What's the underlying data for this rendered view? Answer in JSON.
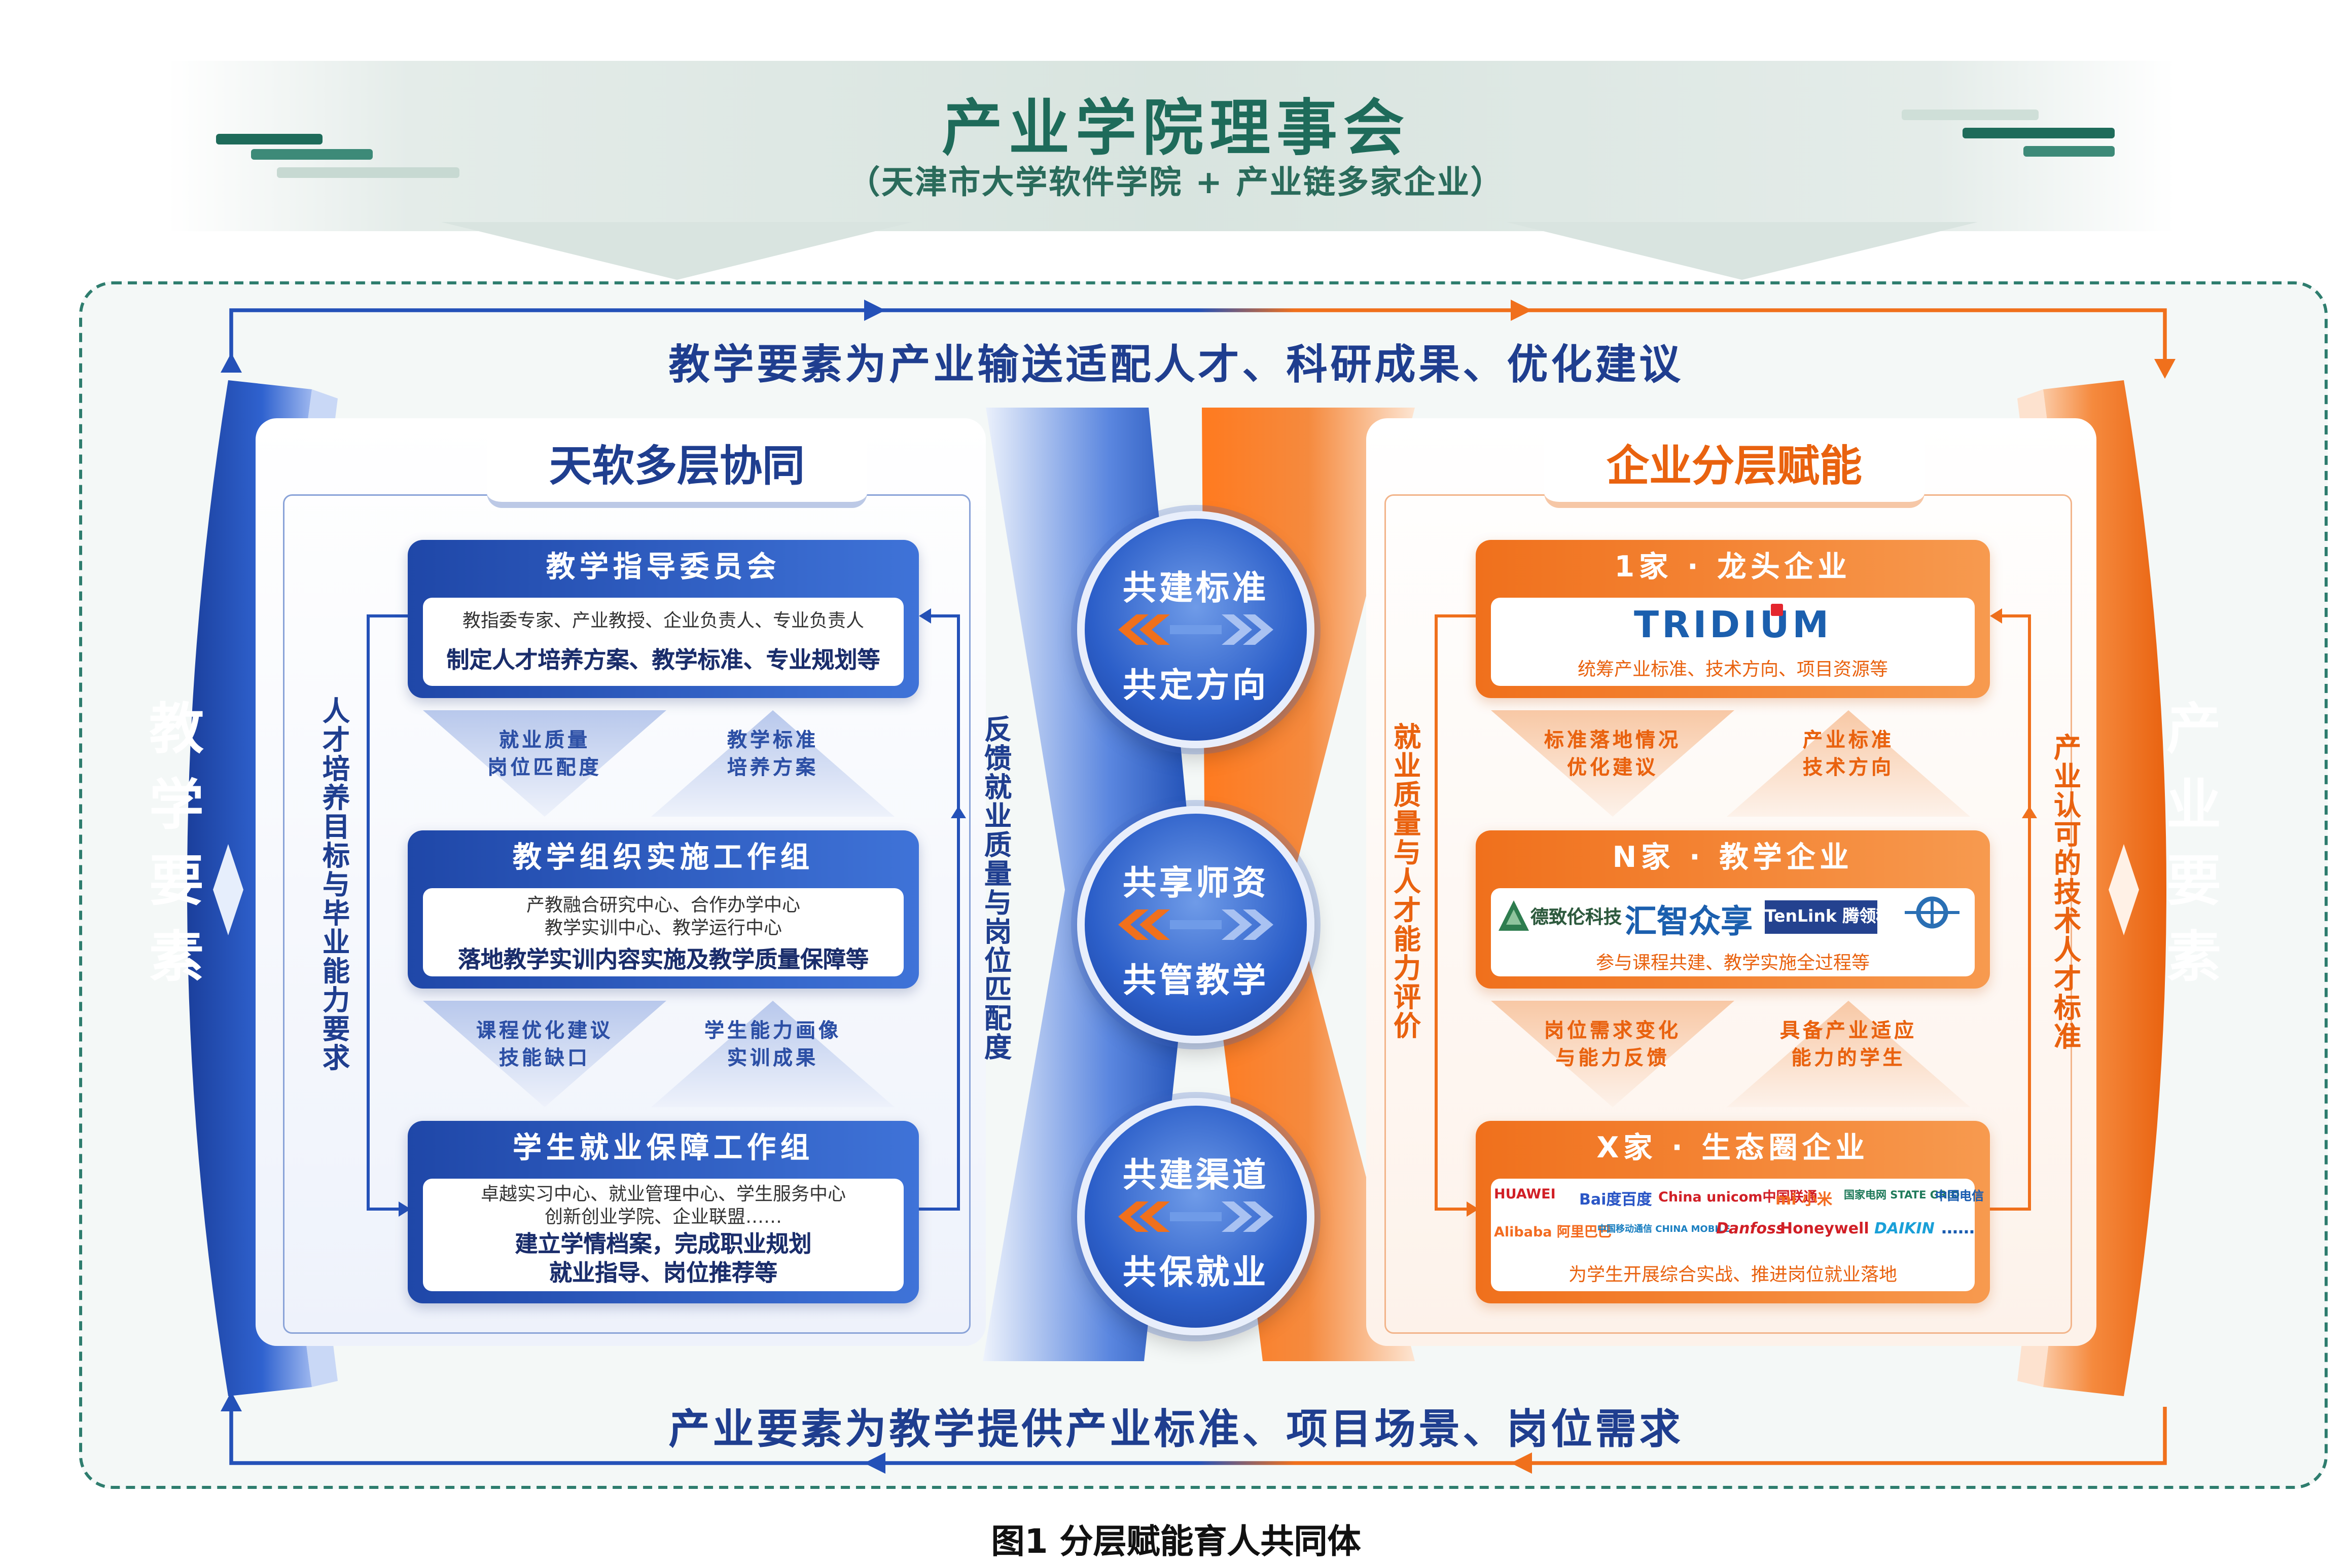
{
  "header": {
    "title": "产业学院理事会",
    "subtitle": "（天津市大学软件学院 + 产业链多家企业）"
  },
  "flows": {
    "top": "教学要素为产业输送适配人才、科研成果、优化建议",
    "bottom": "产业要素为教学提供产业标准、项目场景、岗位需求"
  },
  "side_labels": {
    "left": "教学要素",
    "right": "产业要素"
  },
  "left_panel": {
    "title": "天软多层协同",
    "left_vertical": "人才培养目标与毕业能力要求",
    "right_vertical": "反馈就业质量与岗位匹配度",
    "boxes": [
      {
        "title": "教学指导委员会",
        "lines": [
          "教指委专家、产业教授、企业负责人、专业负责人"
        ],
        "bold": [
          "制定人才培养方案、教学标准、专业规划等"
        ]
      },
      {
        "title": "教学组织实施工作组",
        "lines": [
          "产教融合研究中心、合作办学中心",
          "教学实训中心、教学运行中心"
        ],
        "bold": [
          "落地教学实训内容实施及教学质量保障等"
        ]
      },
      {
        "title": "学生就业保障工作组",
        "lines": [
          "卓越实习中心、就业管理中心、学生服务中心",
          "创新创业学院、企业联盟……"
        ],
        "bold": [
          "建立学情档案，完成职业规划",
          "就业指导、岗位推荐等"
        ]
      }
    ],
    "connectors": [
      {
        "left": [
          "就业质量",
          "岗位匹配度"
        ],
        "right": [
          "教学标准",
          "培养方案"
        ]
      },
      {
        "left": [
          "课程优化建议",
          "技能缺口"
        ],
        "right": [
          "学生能力画像",
          "实训成果"
        ]
      }
    ]
  },
  "center": [
    {
      "top": "共建标准",
      "bottom": "共定方向"
    },
    {
      "top": "共享师资",
      "bottom": "共管教学"
    },
    {
      "top": "共建渠道",
      "bottom": "共保就业"
    }
  ],
  "right_panel": {
    "title": "企业分层赋能",
    "left_vertical": "就业质量与人才能力评价",
    "right_vertical": "产业认可的技术人才标准",
    "boxes": [
      {
        "title": "1家 · 龙头企业",
        "logos": [
          "TRIDIUM"
        ],
        "caption": "统筹产业标准、技术方向、项目资源等"
      },
      {
        "title": "N家 · 教学企业",
        "logos": [
          "德致伦科技",
          "汇智众享",
          "TenLink 腾领科技",
          ""
        ],
        "caption": "参与课程共建、教学实施全过程等"
      },
      {
        "title": "X家 · 生态圈企业",
        "logos_row1": [
          "HUAWEI",
          "Bai度百度",
          "China unicom中国联通",
          "mi 小米",
          "国家电网 STATE GRID",
          "中国电信"
        ],
        "logos_row2": [
          "Alibaba 阿里巴巴",
          "中国移动通信 CHINA MOBILE",
          "Danfoss",
          "Honeywell",
          "DAIKIN",
          "……"
        ],
        "caption": "为学生开展综合实战、推进岗位就业落地"
      }
    ],
    "connectors": [
      {
        "left": [
          "标准落地情况",
          "优化建议"
        ],
        "right": [
          "产业标准",
          "技术方向"
        ]
      },
      {
        "left": [
          "岗位需求变化",
          "与能力反馈"
        ],
        "right": [
          "具备产业适应",
          "能力的学生"
        ]
      }
    ]
  },
  "caption": "图1 分层赋能育人共同体",
  "colors": {
    "blue": "#2451b8",
    "orange": "#f0701c",
    "green": "#1e6b5a"
  }
}
